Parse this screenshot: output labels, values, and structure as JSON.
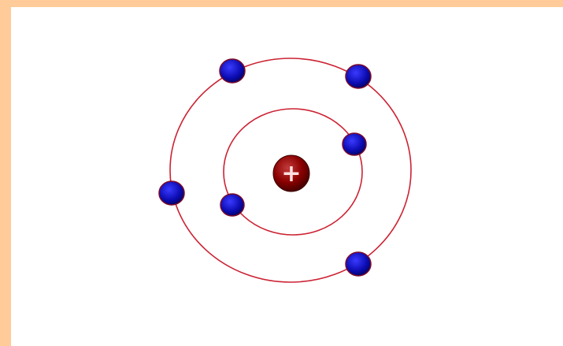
{
  "diagram": {
    "kind": "atom-model",
    "nucleus": {
      "symbol": "+",
      "color": "#8b0000"
    },
    "shells": [
      {
        "name": "inner-shell",
        "electrons": 2
      },
      {
        "name": "outer-shell",
        "electrons": 4
      }
    ],
    "colors": {
      "border": "#ffcc99",
      "background": "#ffffff",
      "orbit": "#cc2233",
      "electron": "#0b0bb0",
      "electron_outline": "#7a0a2a"
    }
  }
}
